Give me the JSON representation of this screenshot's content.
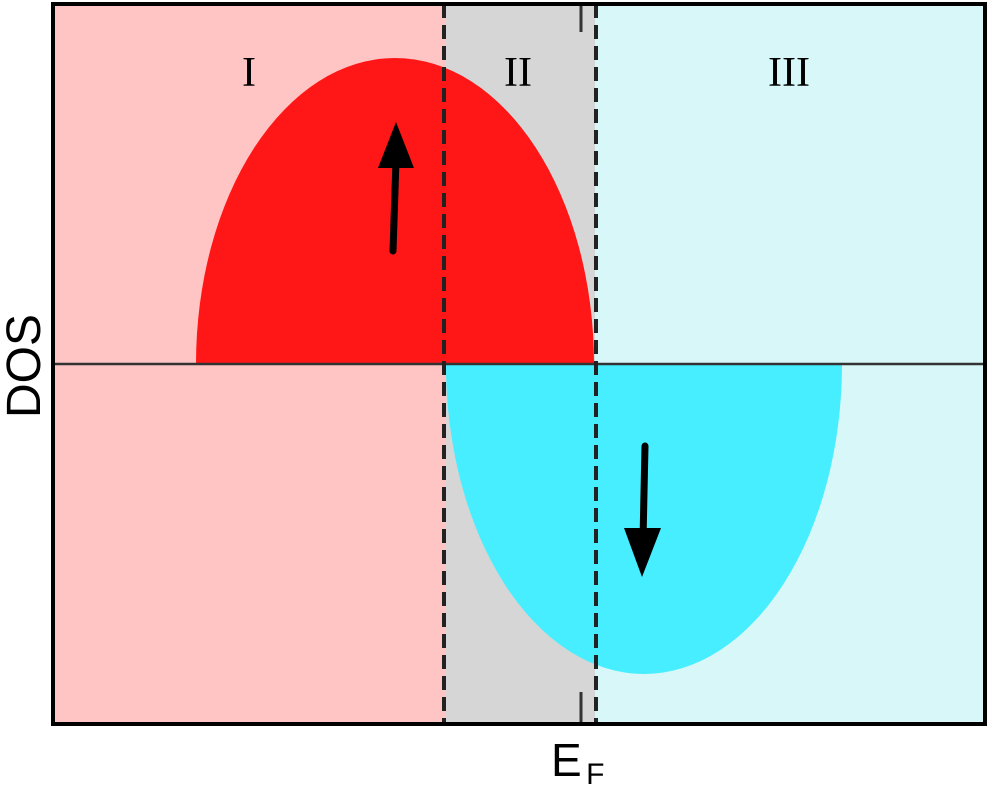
{
  "axes": {
    "y_label": "DOS",
    "x_label_main": "E",
    "x_label_sub": "F"
  },
  "regions": [
    {
      "label": "I",
      "color": "#ffc4c4"
    },
    {
      "label": "II",
      "color": "#d6d6d6"
    },
    {
      "label": "III",
      "color": "#d8f7f9"
    }
  ],
  "bands": {
    "spin_up": {
      "color": "#ff1717",
      "arrow_icon": "up-arrow-icon"
    },
    "spin_down": {
      "color": "#47eeff",
      "arrow_icon": "down-arrow-icon"
    }
  },
  "colors": {
    "frame": "#000000",
    "baseline": "#333333",
    "divider": "#222222"
  }
}
